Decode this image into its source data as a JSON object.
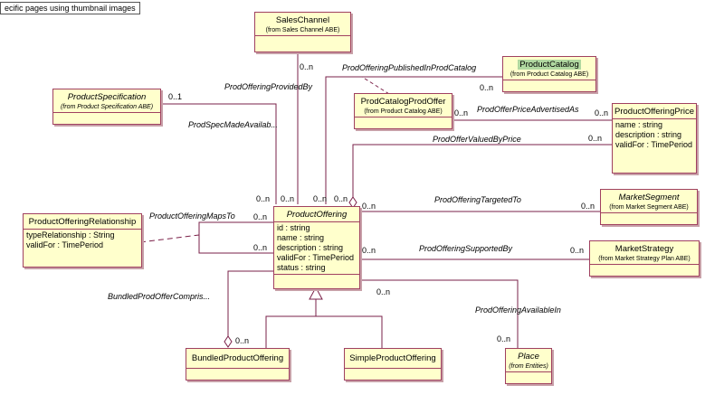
{
  "tooltip": "ecific pages using thumbnail images",
  "classes": {
    "sales_channel": {
      "name": "SalesChannel",
      "source": "(from Sales Channel ABE)"
    },
    "product_catalog": {
      "name": "ProductCatalog",
      "source": "(from Product Catalog ABE)"
    },
    "product_specification": {
      "name": "ProductSpecification",
      "source": "(from Product Specification ABE)"
    },
    "prod_catalog_prod_offer": {
      "name": "ProdCatalogProdOffer",
      "source": "(from Product Catalog ABE)"
    },
    "product_offering_price": {
      "name": "ProductOfferingPrice",
      "attributes": [
        "name : string",
        "description : string",
        "validFor : TimePeriod"
      ]
    },
    "product_offering": {
      "name": "ProductOffering",
      "attributes": [
        "id : string",
        "name : string",
        "description : string",
        "validFor : TimePeriod",
        "status : string"
      ]
    },
    "product_offering_relationship": {
      "name": "ProductOfferingRelationship",
      "attributes": [
        "typeRelationship : String",
        "validFor : TimePeriod"
      ]
    },
    "market_segment": {
      "name": "MarketSegment",
      "source": "(from Market Segment ABE)"
    },
    "market_strategy": {
      "name": "MarketStrategy",
      "source": "(from Market Strategy Plan ABE)"
    },
    "bundled_product_offering": {
      "name": "BundledProductOffering"
    },
    "simple_product_offering": {
      "name": "SimpleProductOffering"
    },
    "place": {
      "name": "Place",
      "source": "(from Entities)"
    }
  },
  "associations": {
    "provided_by": "ProdOfferingProvidedBy",
    "published_in": "ProdOfferingPublishedInProdCatalog",
    "spec_made_available": "ProdSpecMadeAvailab...",
    "price_advertised_as": "ProdOfferPriceAdvertisedAs",
    "valued_by_price": "ProdOfferValuedByPrice",
    "targeted_to": "ProdOfferingTargetedTo",
    "maps_to": "ProductOfferingMapsTo",
    "supported_by": "ProdOfferingSupportedBy",
    "bundled_comprises": "BundledProdOfferCompris...",
    "available_in": "ProdOfferingAvailableIn"
  },
  "multiplicities": {
    "m_sales": "0..n",
    "m_catalog": "0..n",
    "m_spec": "0..1",
    "m_catoffer": "0..n",
    "m_price": "0..n",
    "m_valued": "0..n",
    "m_po_1": "0..n",
    "m_po_2": "0..n",
    "m_po_3": "0..n",
    "m_po_4": "0..n",
    "m_po_5": "0..n",
    "m_segment": "0..n",
    "m_maps": "0..n",
    "m_maps2": "0..n",
    "m_supported_po": "0..n",
    "m_strategy": "0..n",
    "m_bundled": "0..n",
    "m_place_po": "0..n",
    "m_place": "0..n"
  }
}
